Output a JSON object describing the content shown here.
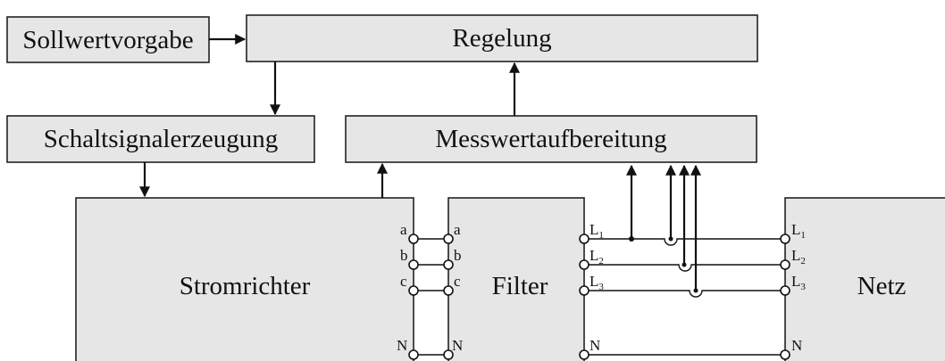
{
  "blocks": {
    "sollwertvorgabe": "Sollwertvorgabe",
    "regelung": "Regelung",
    "schaltsignalerzeugung": "Schaltsignalerzeugung",
    "messwertaufbereitung": "Messwertaufbereitung",
    "stromrichter": "Stromrichter",
    "filter": "Filter",
    "netz": "Netz"
  },
  "terminals": {
    "a": "a",
    "b": "b",
    "c": "c",
    "n": "N",
    "l": "L",
    "l1_sub": "1",
    "l2_sub": "2",
    "l3_sub": "3"
  },
  "colors": {
    "block_fill": "#e6e6e6",
    "line": "#111111",
    "background": "#ffffff"
  }
}
